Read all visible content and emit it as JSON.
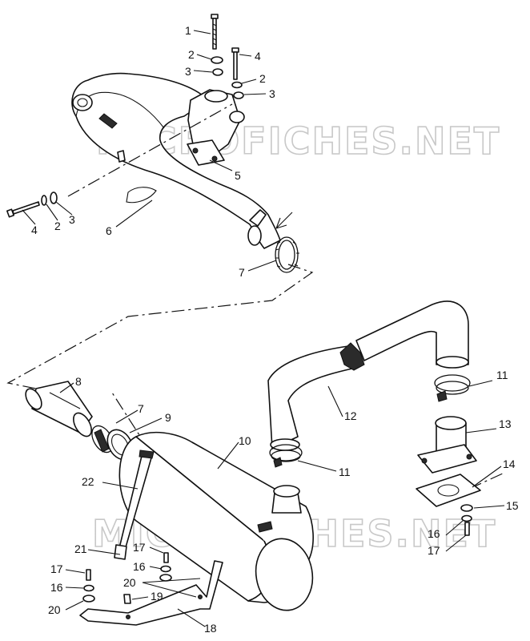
{
  "watermark": "MICROFICHES.NET",
  "callouts": {
    "c1": "1",
    "c2a": "2",
    "c3a": "3",
    "c4a": "4",
    "c2b": "2",
    "c3b": "3",
    "c4b": "4",
    "c2c": "2",
    "c3c": "3",
    "c5": "5",
    "c6": "6",
    "c7a": "7",
    "c8": "8",
    "c7b": "7",
    "c9": "9",
    "c10": "10",
    "c11a": "11",
    "c11b": "11",
    "c12": "12",
    "c13": "13",
    "c14": "14",
    "c15": "15",
    "c16a": "16",
    "c17a": "17",
    "c22": "22",
    "c21": "21",
    "c17b": "17",
    "c16b": "16",
    "c17c": "17",
    "c16c": "16",
    "c20a": "20",
    "c20b": "20",
    "c19": "19",
    "c18": "18"
  }
}
